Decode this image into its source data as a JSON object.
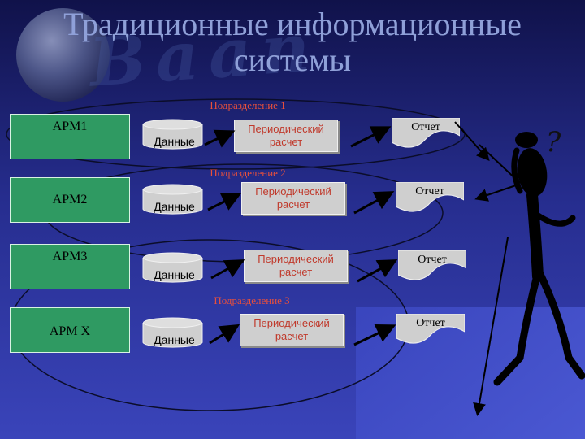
{
  "title": {
    "line1": "Традиционные информационные",
    "line2": "системы"
  },
  "divisions": [
    "Подразделение 1",
    "Подразделение 2",
    "Подразделение 3"
  ],
  "rows": [
    {
      "workstation": "АРМ1",
      "data": "Данные",
      "process_line1": "Периодический",
      "process_line2": "расчет",
      "report": "Отчет"
    },
    {
      "workstation": "АРМ2",
      "data": "Данные",
      "process_line1": "Периодический",
      "process_line2": "расчет",
      "report": "Отчет"
    },
    {
      "workstation": "АРМ3",
      "data": "Данные",
      "process_line1": "Периодический",
      "process_line2": "расчет",
      "report": "Отчет"
    },
    {
      "workstation": "АРМ Х",
      "data": "Данные",
      "process_line1": "Периодический",
      "process_line2": "расчет",
      "report": "Отчет"
    }
  ],
  "question_mark": "?",
  "colors": {
    "workstation_fill": "#2f9a62",
    "division_label": "#e8503c",
    "process_text": "#c0392b",
    "shape_gray": "#cfcfcf"
  },
  "icons": {
    "arrow": "arrow-right-icon",
    "figure": "thinking-person-icon",
    "globe": "globe-icon"
  }
}
